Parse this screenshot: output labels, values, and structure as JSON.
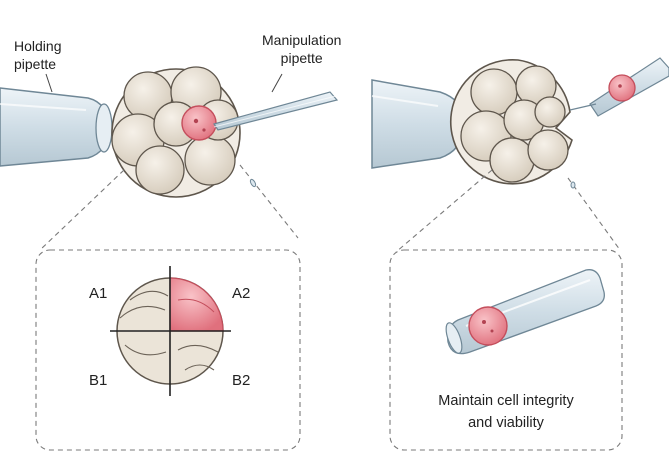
{
  "labels": {
    "holding_line1": "Holding",
    "holding_line2": "pipette",
    "manipulation_line1": "Manipulation",
    "manipulation_line2": "pipette",
    "a1": "A1",
    "a2": "A2",
    "b1": "B1",
    "b2": "B2",
    "note_line1": "Maintain cell integrity",
    "note_line2": "and viability"
  },
  "colors": {
    "cell_fill": "#e7dfd2",
    "cell_stroke": "#5e564c",
    "biopsy_fill": "#f0a3ab",
    "biopsy_stroke": "#c44e5c",
    "glass_fill": "#dce7ee",
    "glass_stroke": "#6f8796",
    "dash": "#7a7a7a"
  }
}
